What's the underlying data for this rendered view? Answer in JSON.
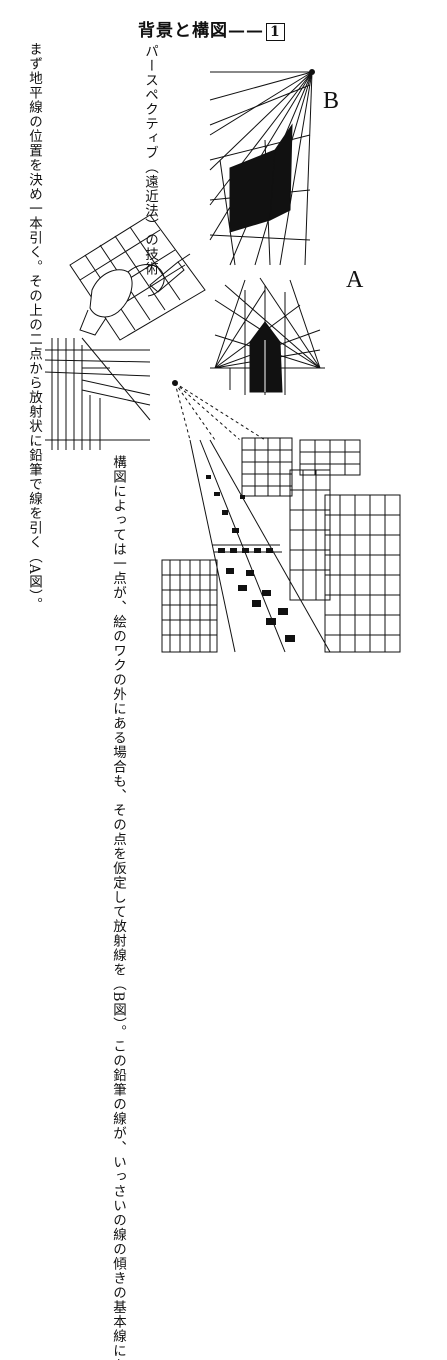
{
  "page": {
    "title": "背景と構図——",
    "title_number": "1",
    "subtitle": [
      "パースペクティブ（遠近法）",
      "の技術"
    ],
    "intro": [
      "まず地平線の位置を決め",
      "一本引く。その上の二点から",
      "放射状に鉛筆で線を引く（A図）。"
    ],
    "body": [
      "構図によっては一点が、絵の",
      "ワクの外にある場合も、その",
      "点を仮定して放射線を（B図）。",
      "この鉛筆の線が、いっさいの",
      "線の傾きの基本線になる。"
    ],
    "label_a": "A",
    "label_b": "B"
  }
}
